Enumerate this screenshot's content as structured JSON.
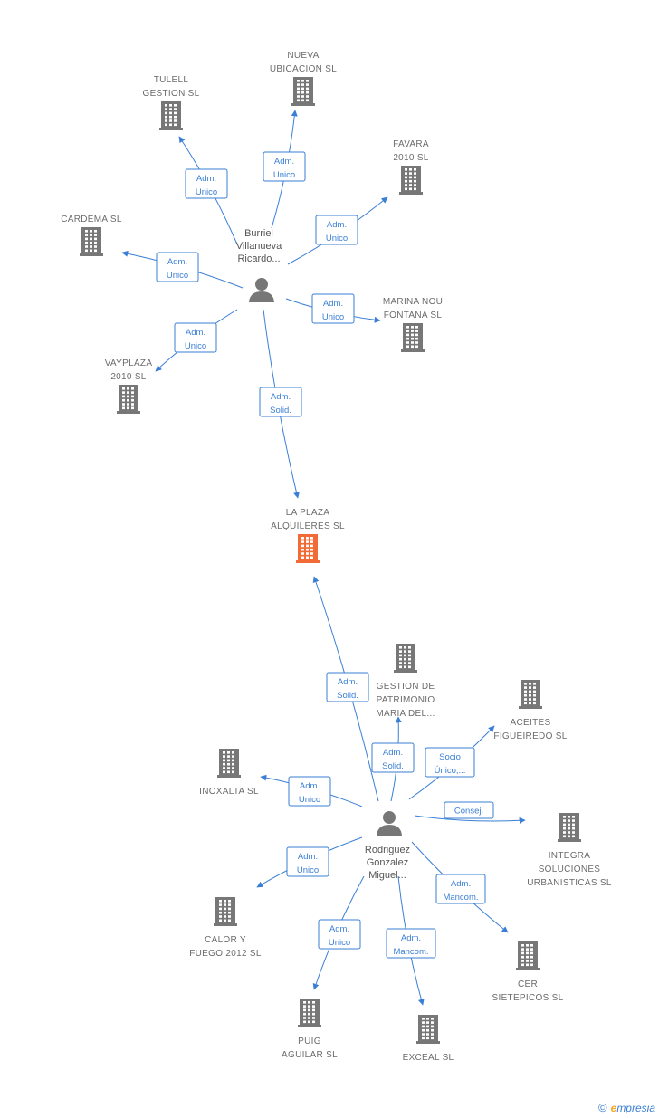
{
  "colors": {
    "edge": "#3a7fd5",
    "building": "#777777",
    "building_focus": "#f26a35",
    "person": "#777777",
    "label": "#6b6b6b"
  },
  "persons": [
    {
      "id": "p1",
      "label": [
        "Burriel",
        "Villanueva",
        "Ricardo..."
      ]
    },
    {
      "id": "p2",
      "label": [
        "Rodriguez",
        "Gonzalez",
        "Miguel..."
      ]
    }
  ],
  "companies": [
    {
      "id": "c_tulell",
      "label": [
        "TULELL",
        "GESTION SL"
      ]
    },
    {
      "id": "c_nueva",
      "label": [
        "NUEVA",
        "UBICACION SL"
      ]
    },
    {
      "id": "c_favara",
      "label": [
        "FAVARA",
        "2010 SL"
      ]
    },
    {
      "id": "c_cardema",
      "label": [
        "CARDEMA SL"
      ]
    },
    {
      "id": "c_marina",
      "label": [
        "MARINA NOU",
        "FONTANA SL"
      ]
    },
    {
      "id": "c_vayplaza",
      "label": [
        "VAYPLAZA",
        "2010 SL"
      ]
    },
    {
      "id": "c_laplaza",
      "label": [
        "LA PLAZA",
        "ALQUILERES SL"
      ],
      "focus": true
    },
    {
      "id": "c_gestion",
      "label": [
        "GESTION DE",
        "PATRIMONIO",
        "MARIA DEL..."
      ]
    },
    {
      "id": "c_aceites",
      "label": [
        "ACEITES",
        "FIGUEIREDO SL"
      ]
    },
    {
      "id": "c_inoxalta",
      "label": [
        "INOXALTA SL"
      ]
    },
    {
      "id": "c_integra",
      "label": [
        "INTEGRA",
        "SOLUCIONES",
        "URBANISTICAS SL"
      ]
    },
    {
      "id": "c_calor",
      "label": [
        "CALOR Y",
        "FUEGO 2012 SL"
      ]
    },
    {
      "id": "c_cer",
      "label": [
        "CER",
        "SIETEPICOS SL"
      ]
    },
    {
      "id": "c_puig",
      "label": [
        "PUIG",
        "AGUILAR  SL"
      ]
    },
    {
      "id": "c_exceal",
      "label": [
        "EXCEAL SL"
      ]
    }
  ],
  "relations": [
    {
      "from": "p1",
      "to": "c_tulell",
      "label": [
        "Adm.",
        "Unico"
      ]
    },
    {
      "from": "p1",
      "to": "c_nueva",
      "label": [
        "Adm.",
        "Unico"
      ]
    },
    {
      "from": "p1",
      "to": "c_favara",
      "label": [
        "Adm.",
        "Unico"
      ]
    },
    {
      "from": "p1",
      "to": "c_cardema",
      "label": [
        "Adm.",
        "Unico"
      ]
    },
    {
      "from": "p1",
      "to": "c_marina",
      "label": [
        "Adm.",
        "Unico"
      ]
    },
    {
      "from": "p1",
      "to": "c_vayplaza",
      "label": [
        "Adm.",
        "Unico"
      ]
    },
    {
      "from": "p1",
      "to": "c_laplaza",
      "label": [
        "Adm.",
        "Solid."
      ]
    },
    {
      "from": "p2",
      "to": "c_laplaza",
      "label": [
        "Adm.",
        "Solid."
      ]
    },
    {
      "from": "p2",
      "to": "c_gestion",
      "label": [
        "Adm.",
        "Solid."
      ]
    },
    {
      "from": "p2",
      "to": "c_aceites",
      "label": [
        "Socio",
        "Único,..."
      ]
    },
    {
      "from": "p2",
      "to": "c_inoxalta",
      "label": [
        "Adm.",
        "Unico"
      ]
    },
    {
      "from": "p2",
      "to": "c_integra",
      "label": [
        "Consej."
      ]
    },
    {
      "from": "p2",
      "to": "c_calor",
      "label": [
        "Adm.",
        "Unico"
      ]
    },
    {
      "from": "p2",
      "to": "c_cer",
      "label": [
        "Adm.",
        "Mancom."
      ]
    },
    {
      "from": "p2",
      "to": "c_puig",
      "label": [
        "Adm.",
        "Unico"
      ]
    },
    {
      "from": "p2",
      "to": "c_exceal",
      "label": [
        "Adm.",
        "Mancom."
      ]
    }
  ],
  "footer": {
    "copyright": "©",
    "brand_first": "e",
    "brand_rest": "mpresia"
  }
}
